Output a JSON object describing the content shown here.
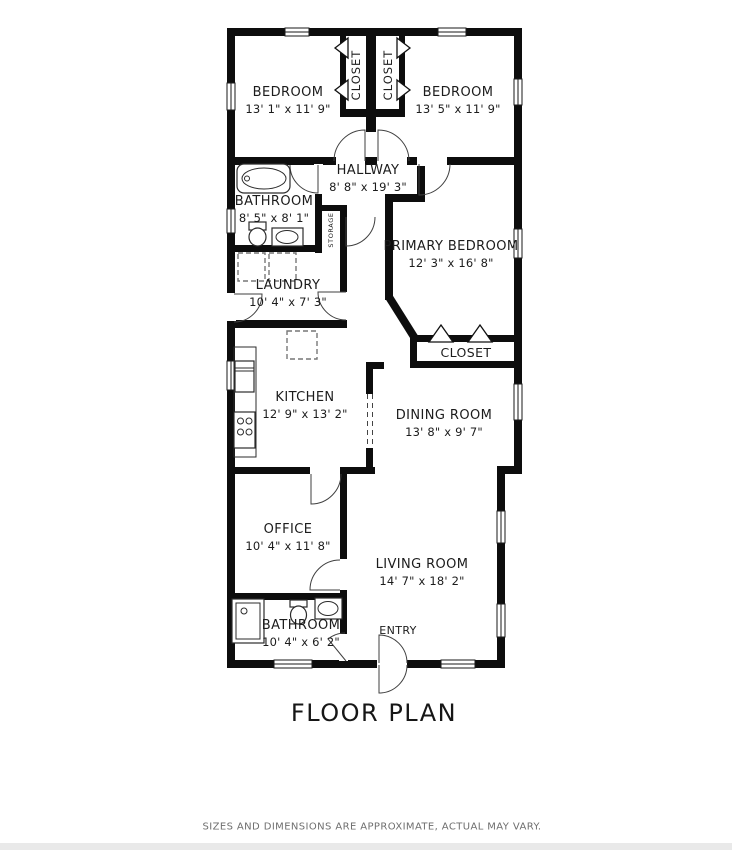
{
  "title": "FLOOR PLAN",
  "footer": "SIZES AND DIMENSIONS ARE APPROXIMATE, ACTUAL MAY VARY.",
  "colors": {
    "wall": "#0d0d0d",
    "background": "#ffffff",
    "footer_bar": "#e9e9e9",
    "label_text": "#1c1c1c"
  },
  "rooms": {
    "bedroom_left": {
      "name": "BEDROOM",
      "dims": "13' 1\" x 11' 9\""
    },
    "bedroom_right": {
      "name": "BEDROOM",
      "dims": "13' 5\" x 11' 9\""
    },
    "closet_left": {
      "name": "CLOSET"
    },
    "closet_right": {
      "name": "CLOSET"
    },
    "hallway": {
      "name": "HALLWAY",
      "dims": "8' 8\" x 19' 3\""
    },
    "bathroom_top": {
      "name": "BATHROOM",
      "dims": "8' 5\" x 8' 1\""
    },
    "storage": {
      "name": "STORAGE"
    },
    "primary_bedroom": {
      "name": "PRIMARY BEDROOM",
      "dims": "12' 3\" x 16' 8\""
    },
    "laundry": {
      "name": "LAUNDRY",
      "dims": "10' 4\" x 7' 3\""
    },
    "primary_closet": {
      "name": "CLOSET"
    },
    "kitchen": {
      "name": "KITCHEN",
      "dims": "12' 9\" x 13' 2\""
    },
    "dining_room": {
      "name": "DINING ROOM",
      "dims": "13' 8\" x 9' 7\""
    },
    "office": {
      "name": "OFFICE",
      "dims": "10' 4\" x 11' 8\""
    },
    "living_room": {
      "name": "LIVING ROOM",
      "dims": "14' 7\" x 18' 2\""
    },
    "bathroom_bottom": {
      "name": "BATHROOM",
      "dims": "10' 4\" x 6' 2\""
    },
    "entry": {
      "name": "ENTRY"
    }
  }
}
